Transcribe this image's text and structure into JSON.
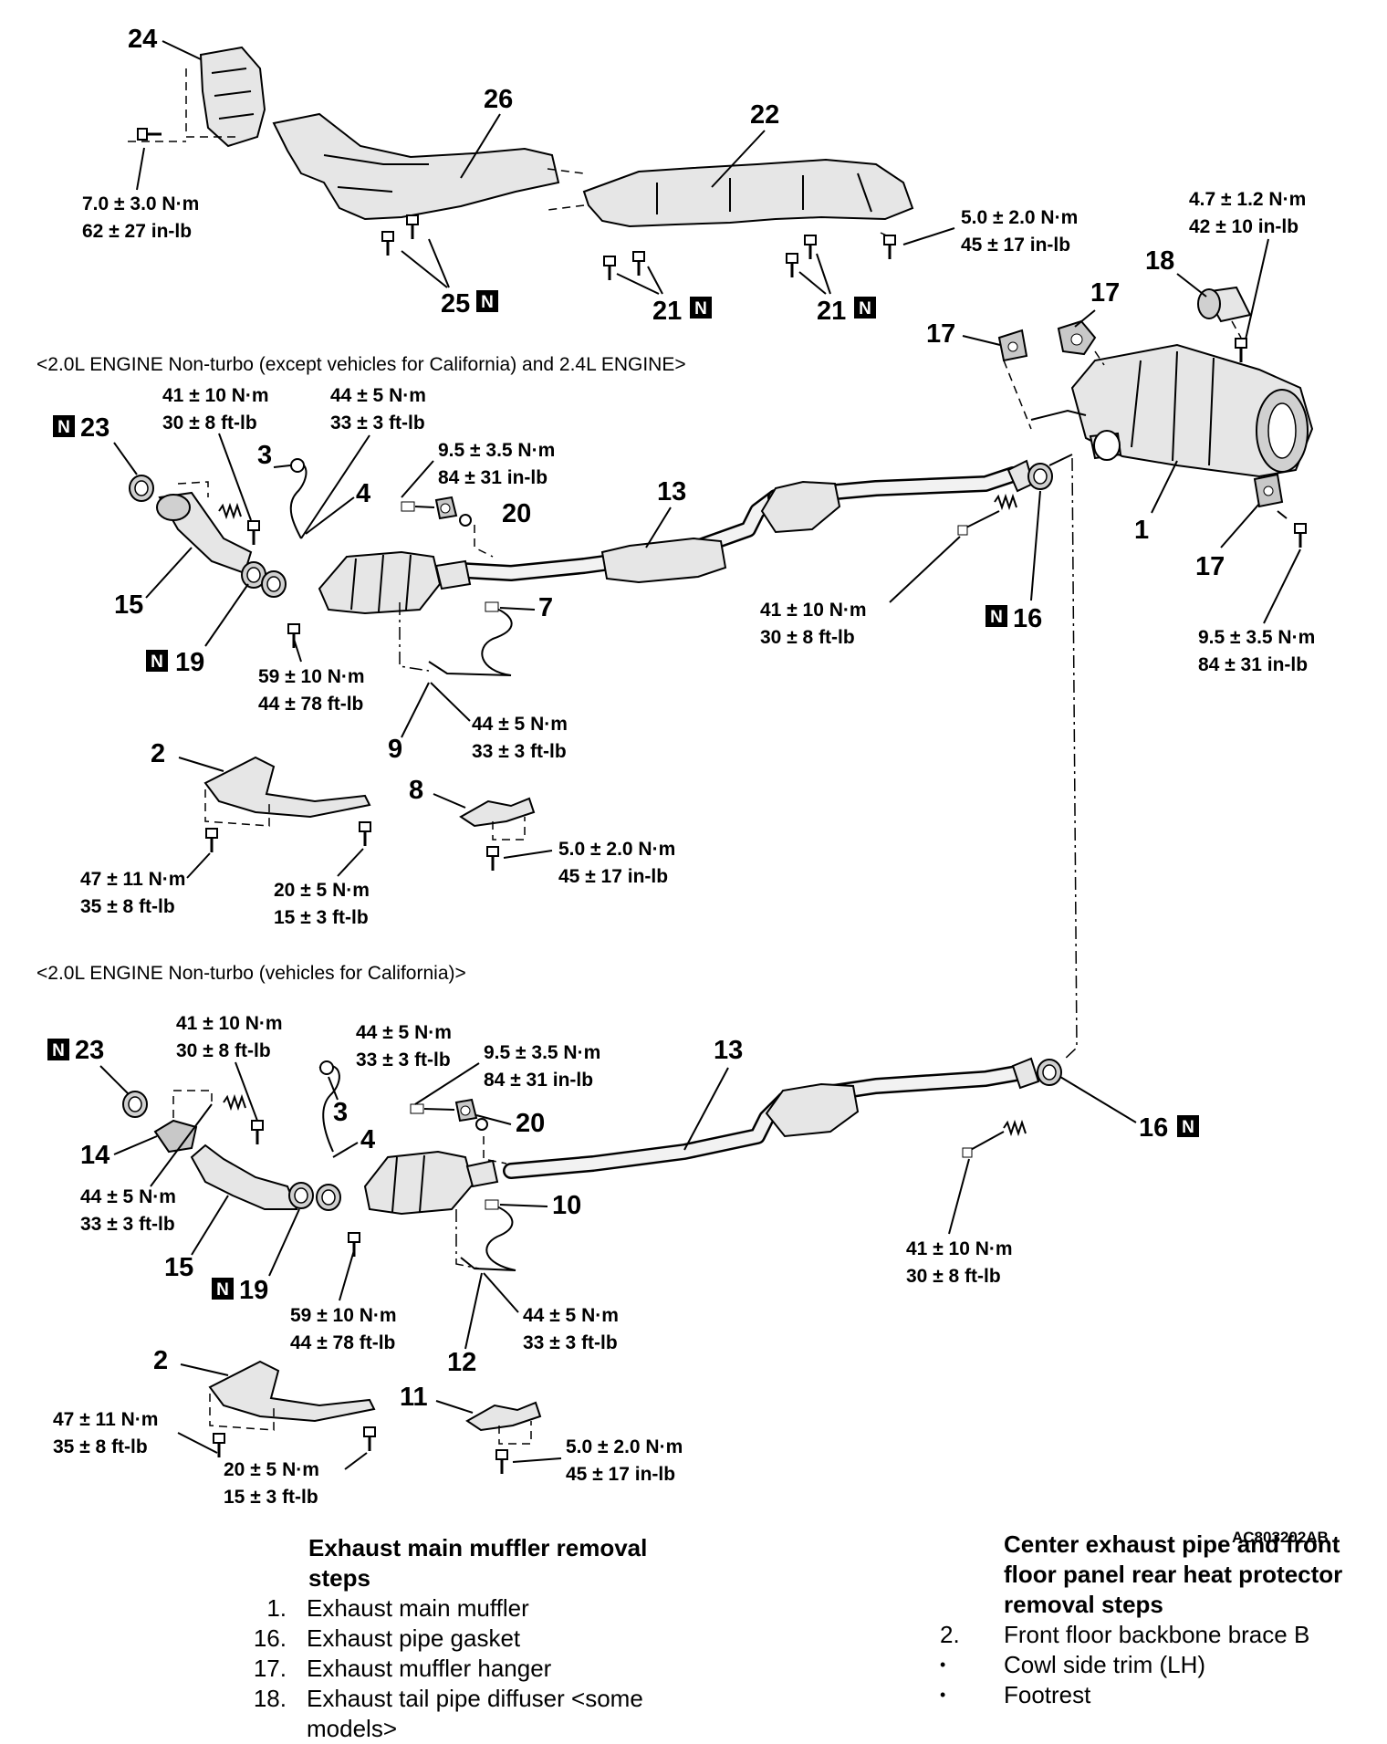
{
  "ref_code": "AC803202AB",
  "n_marker": "N",
  "section_headers": {
    "top": "<2.0L ENGINE Non-turbo (except vehicles for California) and 2.4L ENGINE>",
    "bottom": "<2.0L ENGINE Non-turbo (vehicles for California)>"
  },
  "part_numbers": {
    "p1": "1",
    "p2": "2",
    "p3": "3",
    "p4": "4",
    "p7": "7",
    "p8": "8",
    "p9": "9",
    "p10": "10",
    "p11": "11",
    "p12": "12",
    "p13": "13",
    "p14": "14",
    "p15": "15",
    "p16": "16",
    "p17": "17",
    "p18": "18",
    "p19": "19",
    "p20": "20",
    "p21": "21",
    "p22": "22",
    "p23": "23",
    "p24": "24",
    "p25": "25",
    "p26": "26"
  },
  "torques": {
    "t7_0_nm": "7.0 ± 3.0 N·m",
    "t7_0_in": "62 ± 27 in-lb",
    "t5_0_nm": "5.0 ± 2.0 N·m",
    "t5_0_in": "45 ± 17 in-lb",
    "t4_7_nm": "4.7 ± 1.2 N·m",
    "t4_7_in": "42 ± 10 in-lb",
    "t41_nm": "41 ± 10 N·m",
    "t41_ft": "30 ± 8 ft-lb",
    "t44_nm": "44 ± 5 N·m",
    "t44_ft": "33 ± 3 ft-lb",
    "t9_5_nm": "9.5 ± 3.5 N·m",
    "t9_5_in": "84 ± 31 in-lb",
    "t59_nm": "59 ± 10 N·m",
    "t59_ft": "44 ± 78 ft-lb",
    "t47_nm": "47 ± 11 N·m",
    "t47_ft": "35 ± 8 ft-lb",
    "t20_nm": "20 ± 5 N·m",
    "t20_ft": "15 ± 3 ft-lb"
  },
  "procedures": {
    "muffler": {
      "title_line1": "Exhaust main muffler removal",
      "title_line2": "steps",
      "steps": [
        {
          "num": "1.",
          "text": "Exhaust main muffler"
        },
        {
          "num": "16.",
          "text": "Exhaust pipe gasket"
        },
        {
          "num": "17.",
          "text": "Exhaust muffler hanger"
        },
        {
          "num": "18.",
          "text": "Exhaust tail pipe diffuser <some"
        }
      ],
      "step18_cont": "models>"
    },
    "center": {
      "title_line1": "Center exhaust pipe and front",
      "title_line2": "floor panel rear heat protector",
      "title_line3": "removal steps",
      "steps": [
        {
          "num": "2.",
          "text": "Front floor backbone brace B"
        },
        {
          "num": "•",
          "text": "Cowl side trim (LH)"
        },
        {
          "num": "•",
          "text": "Footrest"
        }
      ]
    }
  }
}
